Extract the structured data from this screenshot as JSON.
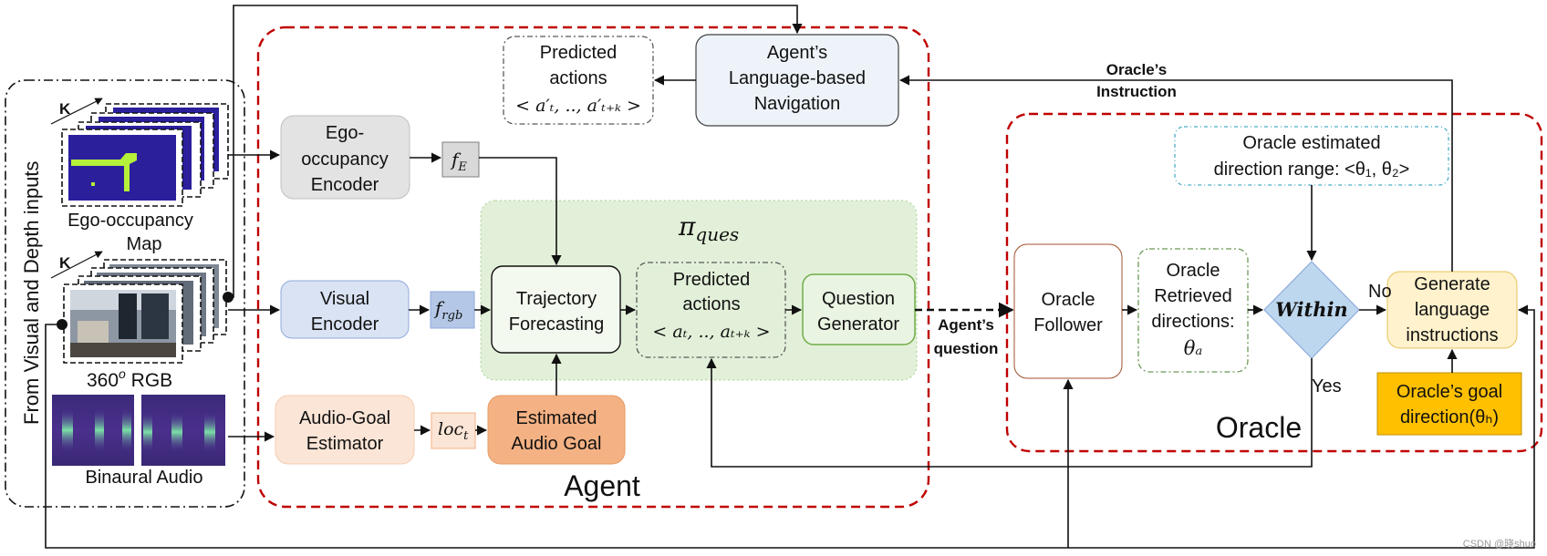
{
  "inputs": {
    "side_title": "From Visual and Depth inputs",
    "k_label": "K",
    "ego_map_label": [
      "Ego-occupancy",
      "Map"
    ],
    "rgb_label_prefix": "360",
    "rgb_label_sup": "o",
    "rgb_label_suffix": " RGB",
    "audio_label": "Binaural Audio"
  },
  "agent": {
    "region_label": "Agent",
    "ego_encoder": [
      "Ego-",
      "occupancy",
      "Encoder"
    ],
    "f_e": {
      "base": "f",
      "sub": "E"
    },
    "visual_encoder": [
      "Visual",
      "Encoder"
    ],
    "f_rgb": {
      "base": "f",
      "sub": "rgb"
    },
    "audio_estimator": [
      "Audio-Goal",
      "Estimator"
    ],
    "loc_t": {
      "base": "loc",
      "sub": "t"
    },
    "estimated_goal": [
      "Estimated",
      "Audio Goal"
    ],
    "pi_ques": {
      "base": "π",
      "sub": "ques"
    },
    "trajectory": [
      "Trajectory",
      "Forecasting"
    ],
    "predicted_actions": [
      "Predicted",
      "actions"
    ],
    "predicted_actions_formula": "< aₜ, .., aₜ₊ₖ >",
    "question_generator": [
      "Question",
      "Generator"
    ],
    "language_nav": [
      "Agent’s",
      "Language-based",
      "Navigation"
    ],
    "predicted_actions_top": [
      "Predicted",
      "actions"
    ],
    "predicted_actions_top_formula": "< a′ₜ, .., a′ₜ₊ₖ >"
  },
  "oracle": {
    "region_label": "Oracle",
    "follower": [
      "Oracle",
      "Follower"
    ],
    "retrieved": [
      "Oracle",
      "Retrieved",
      "directions:"
    ],
    "retrieved_symbol": "θₐ",
    "within": "Within",
    "generate": [
      "Generate",
      "language",
      "instructions"
    ],
    "range": [
      "Oracle estimated",
      "direction range: <θ₁, θ₂>"
    ],
    "goal_direction": [
      "Oracle’s goal",
      "direction(θₕ)"
    ],
    "no_label": "No",
    "yes_label": "Yes"
  },
  "edges": {
    "agent_question": [
      "Agent’s",
      "question"
    ],
    "oracle_instruction": [
      "Oracle’s",
      "Instruction"
    ]
  },
  "watermark": "CSDN @晓shuo",
  "colors": {
    "red_dash": "#c00000",
    "ego_gray": "#e3e3e3",
    "visual_blue": "#dae3f3",
    "visual_blue_border": "#8faadc",
    "audio_peach": "#fbe5d6",
    "estimated_orange": "#f4b183",
    "pi_green": "#e2f0d9",
    "question_green": "#70ad47",
    "nav_blue": "#eef3f9",
    "within_blue": "#bdd7ee",
    "generate_yellow": "#fff2cc",
    "goal_gold": "#ffc000",
    "range_border": "#4bacc6",
    "map_purple": "#2b1f9c",
    "map_green": "#b5f03a"
  }
}
